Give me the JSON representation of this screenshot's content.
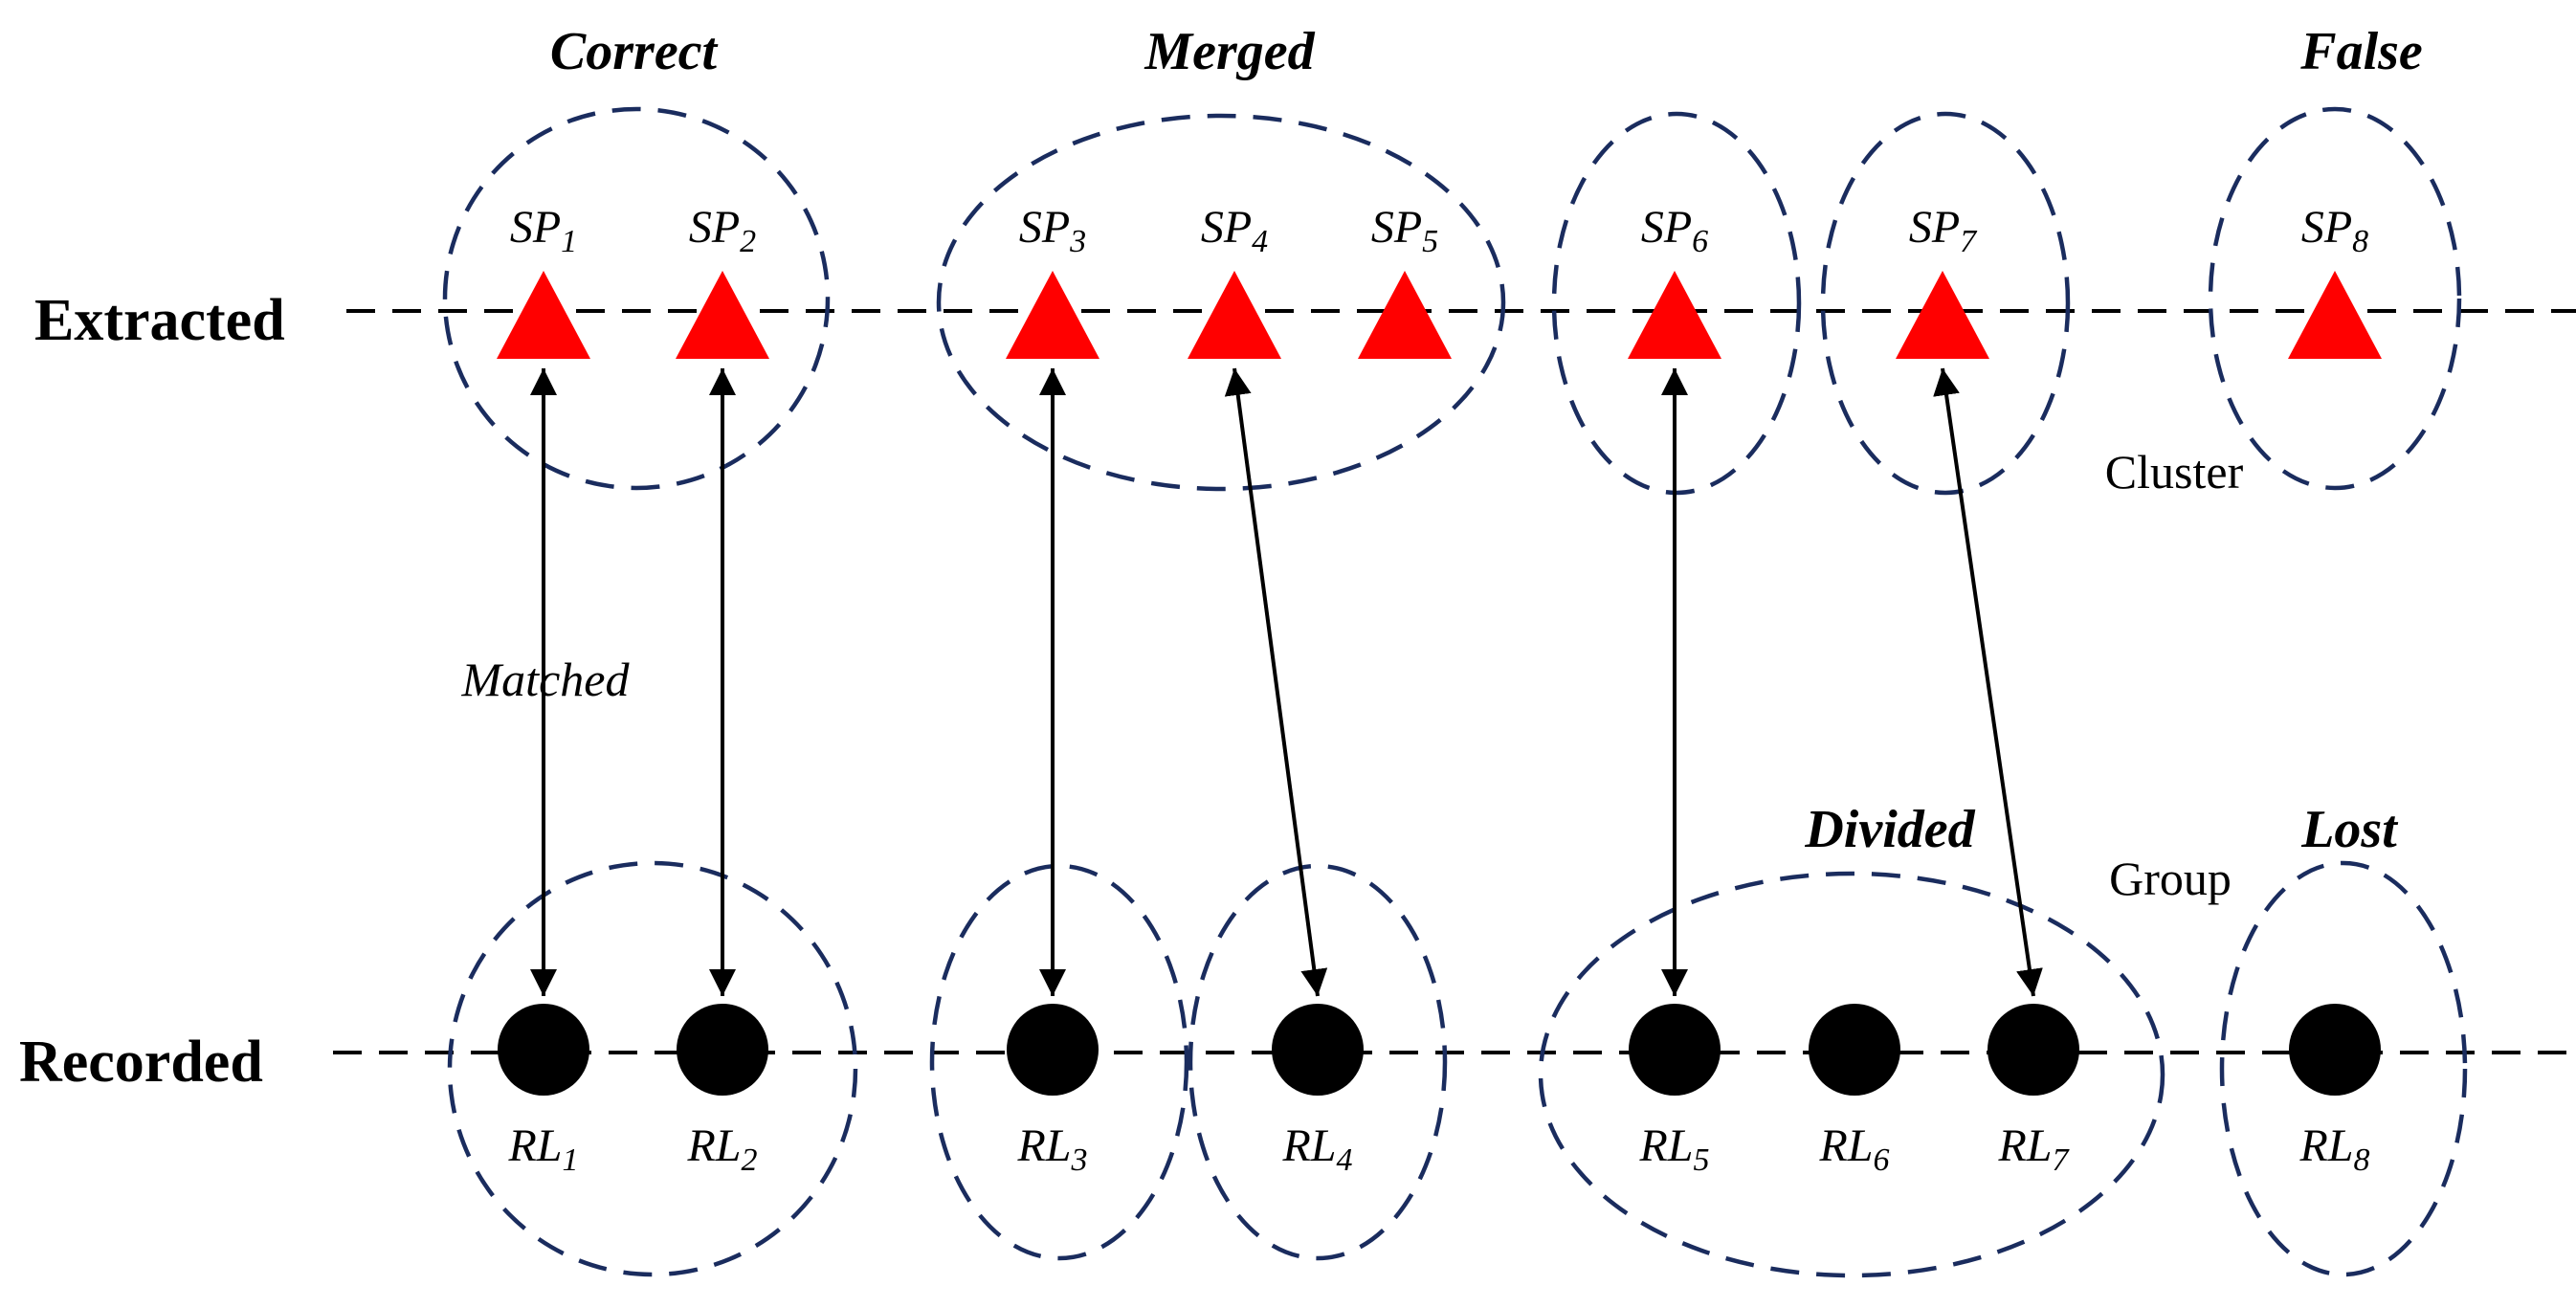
{
  "rows": {
    "extracted": "Extracted",
    "recorded": "Recorded"
  },
  "categories": {
    "correct": "Correct",
    "merged": "Merged",
    "false": "False",
    "divided": "Divided",
    "lost": "Lost"
  },
  "annotations": {
    "cluster": "Cluster",
    "group": "Group",
    "matched": "Matched"
  },
  "sp_nodes": [
    {
      "base": "SP",
      "sub": "1"
    },
    {
      "base": "SP",
      "sub": "2"
    },
    {
      "base": "SP",
      "sub": "3"
    },
    {
      "base": "SP",
      "sub": "4"
    },
    {
      "base": "SP",
      "sub": "5"
    },
    {
      "base": "SP",
      "sub": "6"
    },
    {
      "base": "SP",
      "sub": "7"
    },
    {
      "base": "SP",
      "sub": "8"
    }
  ],
  "rl_nodes": [
    {
      "base": "RL",
      "sub": "1"
    },
    {
      "base": "RL",
      "sub": "2"
    },
    {
      "base": "RL",
      "sub": "3"
    },
    {
      "base": "RL",
      "sub": "4"
    },
    {
      "base": "RL",
      "sub": "5"
    },
    {
      "base": "RL",
      "sub": "6"
    },
    {
      "base": "RL",
      "sub": "7"
    },
    {
      "base": "RL",
      "sub": "8"
    }
  ],
  "matches": [
    {
      "sp": 0,
      "rl": 0
    },
    {
      "sp": 1,
      "rl": 1
    },
    {
      "sp": 2,
      "rl": 2
    },
    {
      "sp": 3,
      "rl": 3
    },
    {
      "sp": 5,
      "rl": 4
    },
    {
      "sp": 6,
      "rl": 6
    }
  ],
  "colors": {
    "sp_marker": "#ff0000",
    "rl_marker": "#000000",
    "ellipse": "#1a2c5e"
  }
}
